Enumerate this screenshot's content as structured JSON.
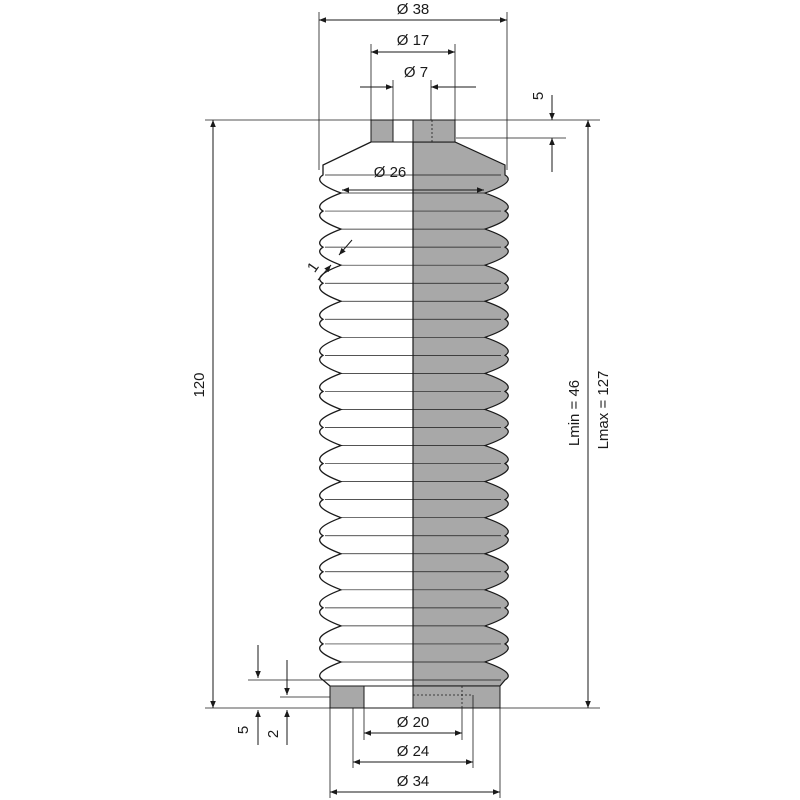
{
  "dimensions": {
    "outer_top_dia": "Ø 38",
    "neck_outer_dia": "Ø 17",
    "neck_inner_dia": "Ø 7",
    "top_collar_height": "5",
    "inner_top_dia": "Ø 26",
    "wall_thickness": "1",
    "total_height": "120",
    "lmin": "Lmin = 46",
    "lmax": "Lmax = 127",
    "bottom_collar_height": "5",
    "bottom_lip_height": "2",
    "bottom_inner_dia": "Ø 20",
    "bottom_mid_dia": "Ø 24",
    "bottom_outer_dia": "Ø 34"
  },
  "colors": {
    "section_fill": "#a8a8a8",
    "outline": "#1a1a1a"
  },
  "convolutions": 14
}
